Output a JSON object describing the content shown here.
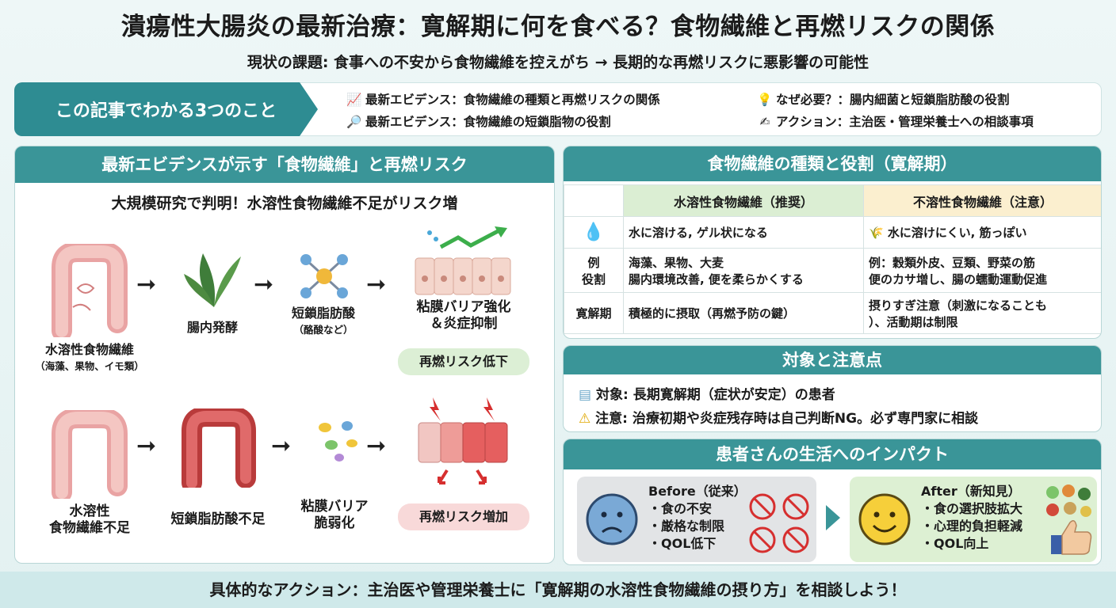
{
  "header": {
    "title": "潰瘍性大腸炎の最新治療：寛解期に何を食べる？食物繊維と再燃リスクの関係",
    "subtitle": "現状の課題: 食事への不安から食物繊維を控えがち → 長期的な再燃リスクに悪影響の可能性"
  },
  "points": {
    "label": "この記事でわかる3つのこと",
    "items": [
      {
        "icon": "chart-up-icon",
        "glyph": "📈",
        "text": "最新エビデンス：食物繊維の種類と再燃リスクの関係"
      },
      {
        "icon": "magnifier-icon",
        "glyph": "🔎",
        "text": "最新エビデンス：食物繊維の短鎖脂物の役割"
      },
      {
        "icon": "lightbulb-icon",
        "glyph": "💡",
        "text": "なぜ必要？：腸内細菌と短鎖脂肪酸の役割"
      },
      {
        "icon": "writing-hand-icon",
        "glyph": "✍",
        "text": "アクション：主治医・管理栄養士への相談事項"
      }
    ]
  },
  "evidence": {
    "heading": "最新エビデンスが示す「食物繊維」と再燃リスク",
    "subheading": "大規模研究で判明！水溶性食物繊維不足がリスク増",
    "top": {
      "step1": "水溶性食物繊維",
      "step1_note": "（海藻、果物、イモ類）",
      "step2": "腸内発酵",
      "step3": "短鎖脂肪酸",
      "step3_note": "（酪酸など）",
      "step4_line1": "粘膜バリア強化",
      "step4_line2": "＆炎症抑制",
      "result": "再燃リスク低下"
    },
    "bottom": {
      "step1_line1": "水溶性",
      "step1_line2": "食物繊維不足",
      "step2": "短鎖脂肪酸不足",
      "step3_line1": "粘膜バリア",
      "step3_line2": "脆弱化",
      "result": "再燃リスク増加"
    }
  },
  "fiber_table": {
    "heading": "食物繊維の種類と役割（寛解期）",
    "col_soluble": "水溶性食物繊維（推奨）",
    "col_insoluble": "不溶性食物繊維（注意）",
    "rows": [
      {
        "head_icon": "water-drops-icon",
        "soluble": "水に溶ける, ゲル状になる",
        "insoluble_icon": "grain-icon",
        "insoluble": "水に溶けにくい, 筋っぽい"
      },
      {
        "head_line1": "例",
        "head_line2": "役割",
        "soluble_line1": "海藻、果物、大麦",
        "soluble_line2": "腸内環境改善, 便を柔らかくする",
        "insoluble_line1": "例：穀類外皮、豆類、野菜の筋",
        "insoluble_line2": "便のカサ増し、腸の蠕動運動促進"
      },
      {
        "head": "寛解期",
        "soluble": "積極的に摂取（再燃予防の鍵）",
        "insoluble_line1": "摂りすぎ注意（刺激になることも",
        "insoluble_line2": "）、活動期は制限"
      }
    ]
  },
  "target": {
    "heading": "対象と注意点",
    "target_text": "対象: 長期寛解期（症状が安定）の患者",
    "caution_text": "注意: 治療初期や炎症残存時は自己判断NG。必ず専門家に相談"
  },
  "impact": {
    "heading": "患者さんの生活へのインパクト",
    "before_title": "Before（従来）",
    "before_items": [
      "・食の不安",
      "・厳格な制限",
      "・QOL低下"
    ],
    "after_title": "After（新知見）",
    "after_items": [
      "・食の選択肢拡大",
      "・心理的負担軽減",
      "・QOL向上"
    ]
  },
  "footer": {
    "text": "具体的なアクション：主治医や管理栄養士に「寛解期の水溶性食物繊維の摂り方」を相談しよう！"
  },
  "colors": {
    "teal": "#3a9598",
    "soluble_bg": "#dbeed3",
    "insoluble_bg": "#fbefcf",
    "good_badge": "#dcefd5",
    "bad_badge": "#f8d9d9"
  }
}
